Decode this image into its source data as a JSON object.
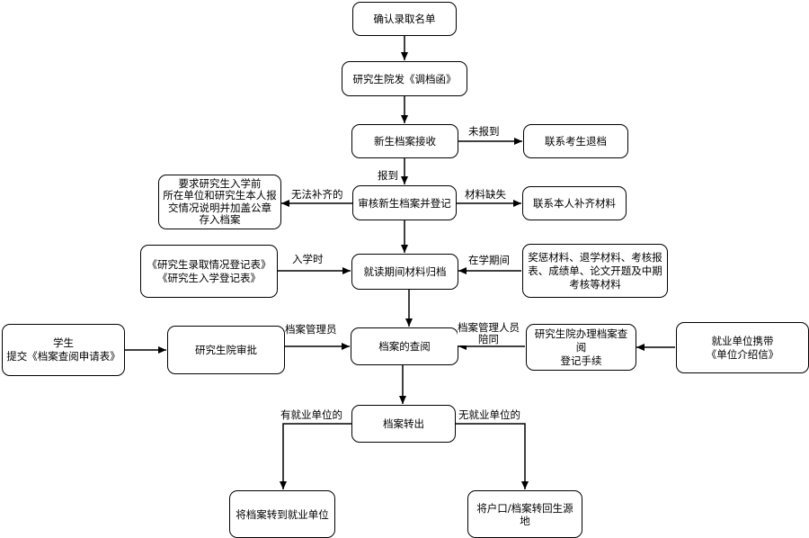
{
  "nodes": {
    "confirm_list": "确认录取名单",
    "issue_letter": "研究生院发《调档函》",
    "receive_file": "新生档案接收",
    "contact_withdraw": "联系考生退档",
    "review_register": "审核新生档案并登记",
    "request_unit": "要求研究生入学前\n所在单位和研究生本人报\n交情况说明并加盖公章\n存入档案",
    "contact_supplement": "联系本人补齐材料",
    "enroll_forms": "《研究生录取情况登记表》\n《研究生入学登记表》",
    "archive_materials": "就读期间材料归档",
    "materials_list": "奖惩材料、退学材料、考核报\n表、成绩单、论文开题及中期\n考核等材料",
    "student_apply": "学生\n提交《档案查阅申请表》",
    "grad_approve": "研究生院审批",
    "file_access": "档案的查阅",
    "grad_register_access": "研究生院办理档案查阅\n登记手续",
    "employer_letter": "就业单位携带\n《单位介绍信》",
    "file_transfer": "档案转出",
    "transfer_employer": "将档案转到就业单位",
    "transfer_hometown": "将户口/档案转回生源地"
  },
  "edge_labels": {
    "not_reported": "未报到",
    "reported": "报到",
    "cannot_supplement": "无法补齐的",
    "materials_missing": "材料缺失",
    "on_enrollment": "入学时",
    "during_study": "在学期间",
    "archive_admin": "档案管理员",
    "archive_admin_accompany": "档案管理人员\n陪同",
    "has_employer": "有就业单位的",
    "no_employer": "无就业单位的"
  }
}
